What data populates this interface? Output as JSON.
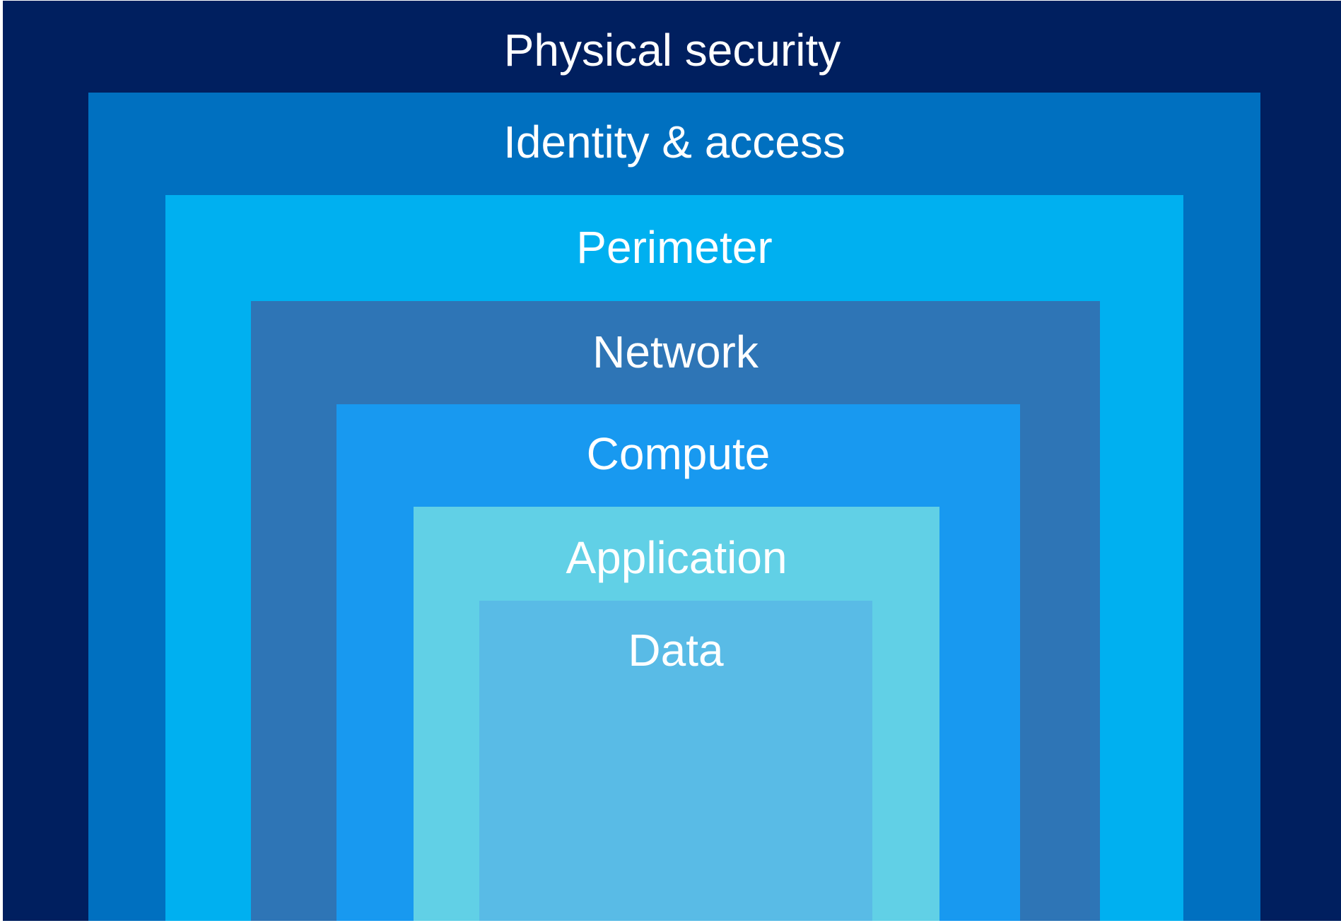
{
  "diagram": {
    "layers": [
      {
        "key": "physical",
        "label": "Physical security",
        "color": "#001f5f"
      },
      {
        "key": "identity",
        "label": "Identity & access",
        "color": "#0070c0"
      },
      {
        "key": "perimeter",
        "label": "Perimeter",
        "color": "#00b0f0"
      },
      {
        "key": "network",
        "label": "Network",
        "color": "#2e75b6"
      },
      {
        "key": "compute",
        "label": "Compute",
        "color": "#1899f0"
      },
      {
        "key": "application",
        "label": "Application",
        "color": "#61d0e6"
      },
      {
        "key": "data",
        "label": "Data",
        "color": "#59bbe6"
      }
    ]
  }
}
